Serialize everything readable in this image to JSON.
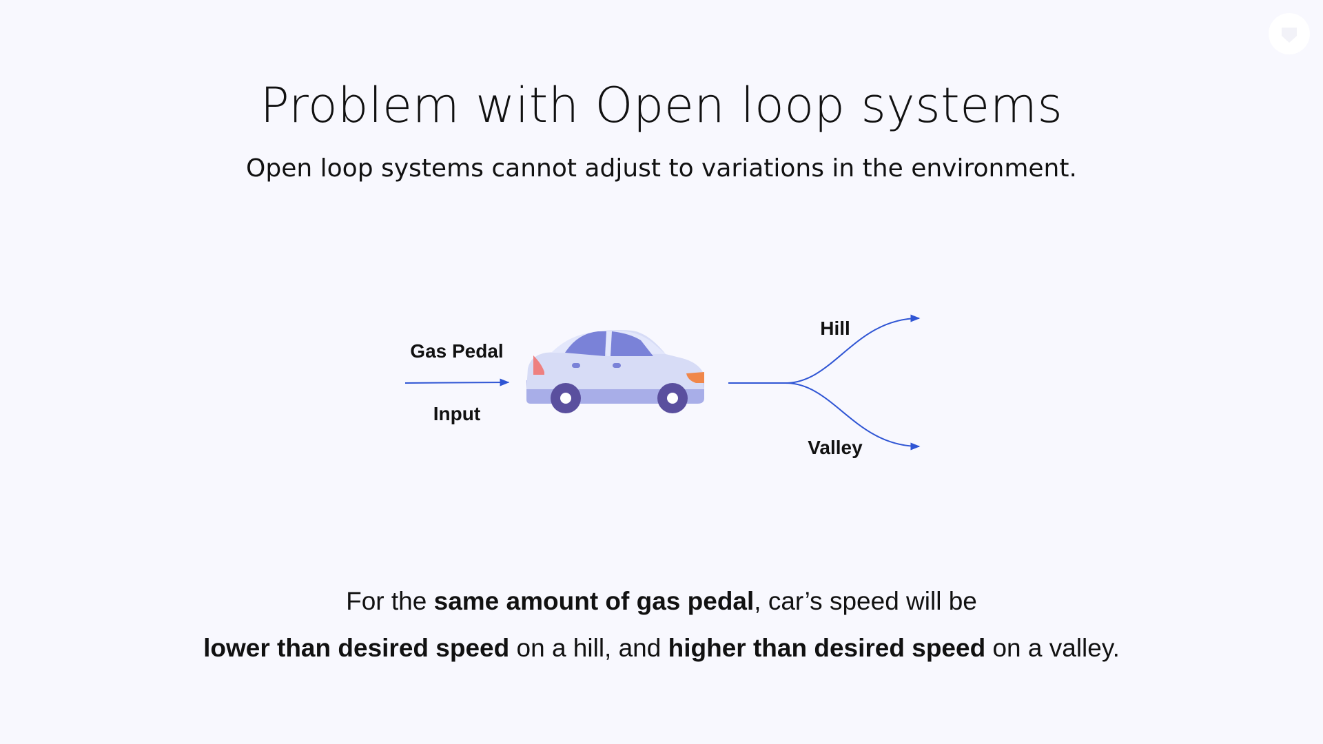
{
  "slide": {
    "title": "Problem with Open loop systems",
    "subtitle": "Open loop systems cannot adjust to variations in the environment."
  },
  "diagram": {
    "input_label_top": "Gas Pedal",
    "input_label_bottom": "Input",
    "output_upper_label": "Hill",
    "output_lower_label": "Valley",
    "car_icon": "car-icon",
    "arrow_color": "#2f55d4"
  },
  "caption": {
    "line1": {
      "part1": "For the ",
      "bold1": "same amount of gas pedal",
      "part2": ", car’s speed will be"
    },
    "line2": {
      "bold1": "lower than desired speed",
      "part1": " on a hill, and ",
      "bold2": "higher than desired speed",
      "part2": " on a valley."
    }
  },
  "colors": {
    "background": "#f8f8fe",
    "car_body": "#d7dcf6",
    "car_accent": "#7a82d8",
    "wheel": "#5a4f9e"
  }
}
